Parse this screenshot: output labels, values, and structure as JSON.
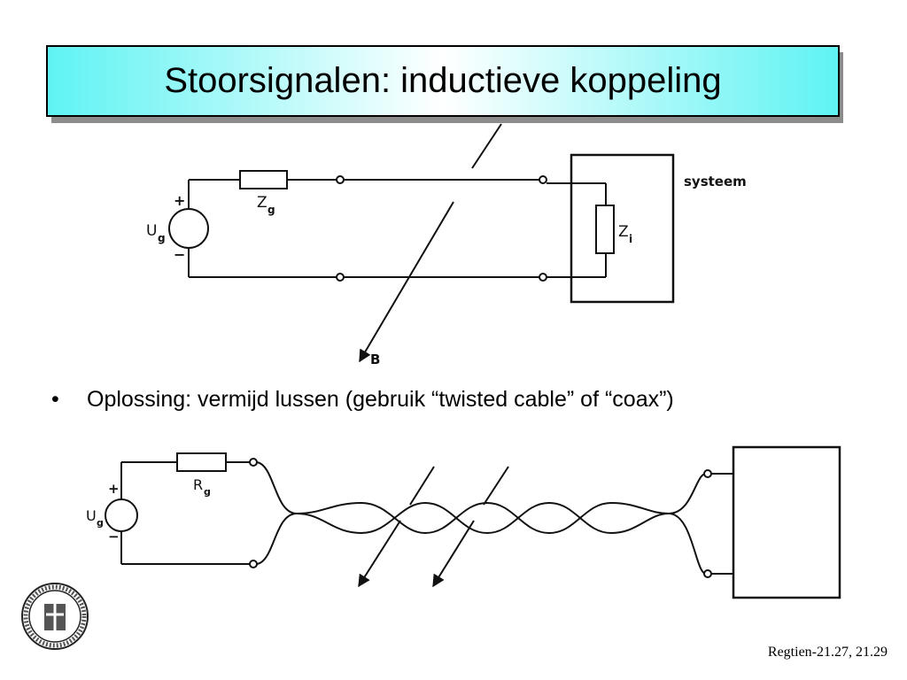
{
  "title": "Stoorsignalen: inductieve koppeling",
  "diagram1": {
    "source_label": "U",
    "source_sub": "g",
    "plus": "+",
    "minus": "−",
    "generator_impedance": "Z",
    "generator_impedance_sub": "g",
    "load_impedance": "Z",
    "load_impedance_sub": "i",
    "system_label": "systeem",
    "field_label": "B"
  },
  "bullet": {
    "marker": "•",
    "text": "Oplossing: vermijd lussen (gebruik “twisted cable” of “coax”)"
  },
  "diagram2": {
    "source_label": "U",
    "source_sub": "g",
    "plus": "+",
    "minus": "−",
    "generator_resistance": "R",
    "generator_resistance_sub": "g"
  },
  "footer": "Regtien-21.27, 21.29"
}
